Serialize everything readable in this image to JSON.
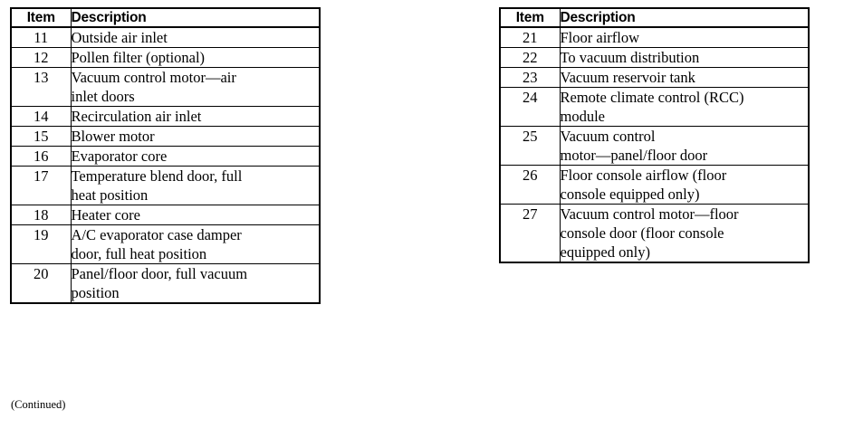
{
  "page": {
    "background_color": "#ffffff",
    "text_color": "#000000",
    "footnote": "(Continued)"
  },
  "tables": [
    {
      "id": "left",
      "headers": {
        "item": "Item",
        "description": "Description"
      },
      "rows": [
        {
          "item": "11",
          "description": "Outside air inlet"
        },
        {
          "item": "12",
          "description": "Pollen filter (optional)"
        },
        {
          "item": "13",
          "description": "Vacuum control motor—air\ninlet doors"
        },
        {
          "item": "14",
          "description": "Recirculation air inlet"
        },
        {
          "item": "15",
          "description": "Blower motor"
        },
        {
          "item": "16",
          "description": "Evaporator core"
        },
        {
          "item": "17",
          "description": "Temperature blend door, full\nheat position"
        },
        {
          "item": "18",
          "description": "Heater core"
        },
        {
          "item": "19",
          "description": "A/C evaporator case damper\ndoor, full heat position"
        },
        {
          "item": "20",
          "description": "Panel/floor door, full vacuum\nposition"
        }
      ]
    },
    {
      "id": "right",
      "headers": {
        "item": "Item",
        "description": "Description"
      },
      "rows": [
        {
          "item": "21",
          "description": "Floor airflow"
        },
        {
          "item": "22",
          "description": "To vacuum distribution"
        },
        {
          "item": "23",
          "description": "Vacuum reservoir tank"
        },
        {
          "item": "24",
          "description": "Remote climate control (RCC)\nmodule"
        },
        {
          "item": "25",
          "description": "Vacuum control\nmotor—panel/floor door"
        },
        {
          "item": "26",
          "description": "Floor console airflow (floor\nconsole equipped only)"
        },
        {
          "item": "27",
          "description": "Vacuum control motor—floor\nconsole door (floor console\nequipped only)"
        }
      ]
    }
  ]
}
